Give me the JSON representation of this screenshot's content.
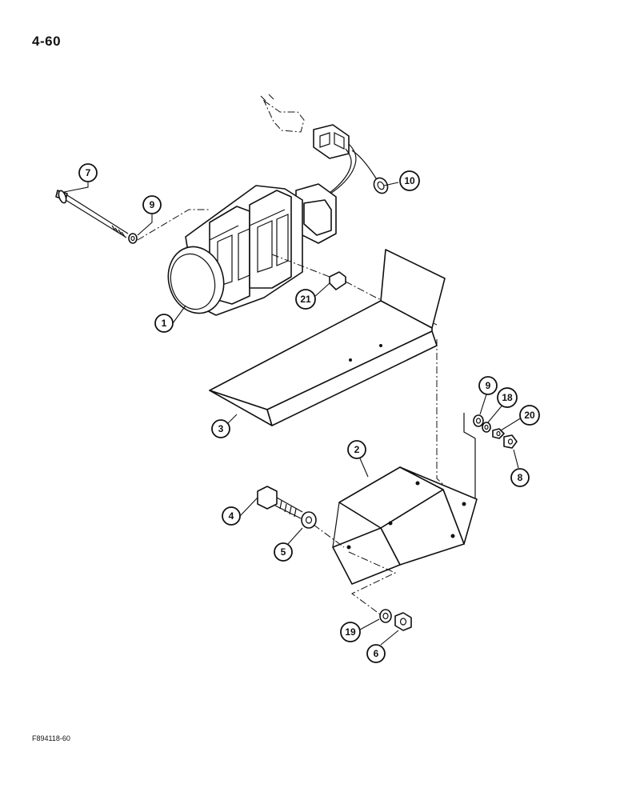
{
  "page_number": "4-60",
  "figure_code": "F894118-60",
  "callouts": [
    {
      "id": "c1",
      "label": "1"
    },
    {
      "id": "c2",
      "label": "2"
    },
    {
      "id": "c3",
      "label": "3"
    },
    {
      "id": "c4",
      "label": "4"
    },
    {
      "id": "c5",
      "label": "5"
    },
    {
      "id": "c6",
      "label": "6"
    },
    {
      "id": "c7",
      "label": "7"
    },
    {
      "id": "c8",
      "label": "8"
    },
    {
      "id": "c9a",
      "label": "9"
    },
    {
      "id": "c9b",
      "label": "9"
    },
    {
      "id": "c10",
      "label": "10"
    },
    {
      "id": "c18",
      "label": "18"
    },
    {
      "id": "c19",
      "label": "19"
    },
    {
      "id": "c20",
      "label": "20"
    },
    {
      "id": "c21",
      "label": "21"
    }
  ]
}
